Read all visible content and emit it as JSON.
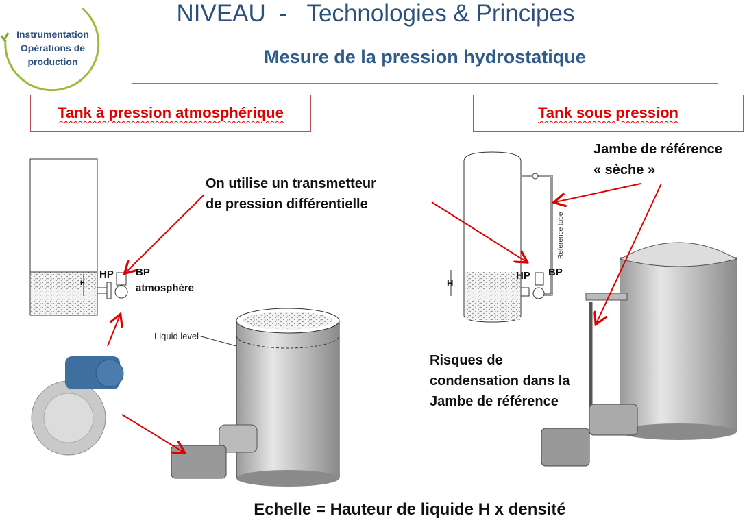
{
  "header": {
    "title": "NIVEAU  -   Technologies & Principes",
    "subtitle": "Mesure de la pression hydrostatique"
  },
  "logo": {
    "lines": [
      "Instrumentation",
      "Opérations de",
      "production"
    ]
  },
  "sections": {
    "left_box": "Tank à pression atmosphérique",
    "right_box": "Tank sous pression"
  },
  "left_diagram": {
    "hp": "HP",
    "bp": "BP",
    "bp_sub": "atmosphère",
    "h": "H",
    "liquid_level": "Liquid level"
  },
  "notes": {
    "transmitter": [
      "On utilise un transmetteur",
      "de pression différentielle"
    ],
    "reference_leg": [
      "Jambe de référence",
      "« sèche »"
    ],
    "condensation": [
      "Risques de",
      "condensation dans la",
      "Jambe de référence"
    ]
  },
  "right_diagram": {
    "hp": "HP",
    "bp": "BP",
    "h": "H",
    "reference_tube": "Reference tube"
  },
  "footer": {
    "formula": "Echelle = Hauteur de liquide H x densité"
  },
  "colors": {
    "title": "#2c4f7c",
    "accent_red": "#e00000",
    "logo_green": "#9dbb3a"
  }
}
